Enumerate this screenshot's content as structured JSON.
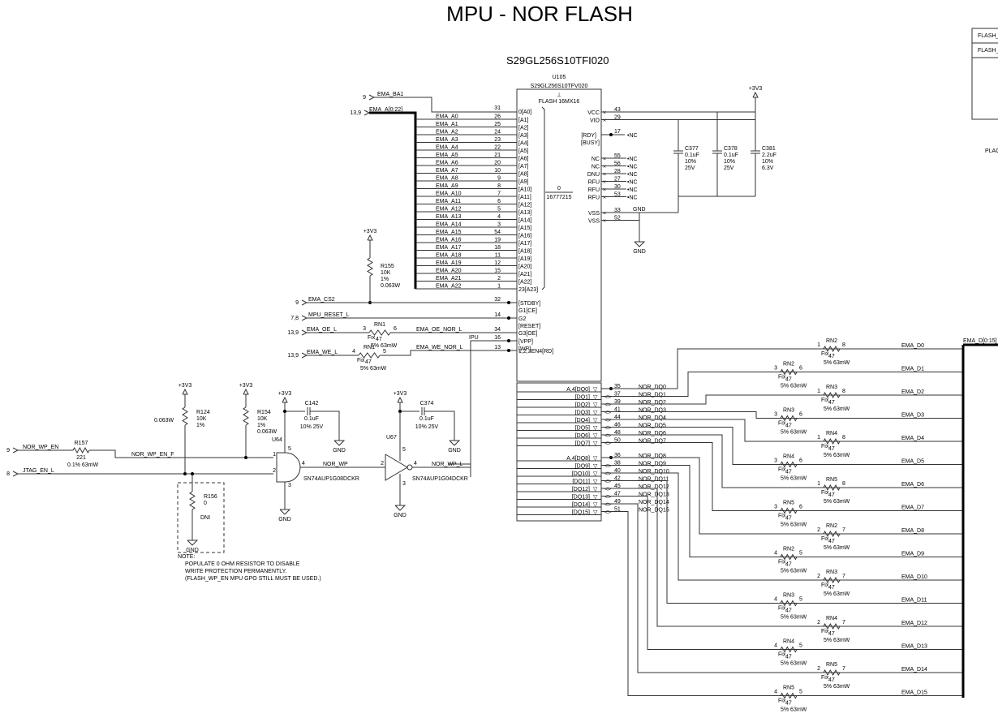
{
  "title": "MPU - NOR FLASH",
  "part_number": "S29GL256S10TFI020",
  "u105": {
    "ref": "U105",
    "part": "S29GL256S10TFV020",
    "desc": "FLASH 16MX16",
    "range_top": "0",
    "range_bottom": "16777215",
    "ba_signal": {
      "offpage": "9",
      "net": "EMA_BA1",
      "pin": "31",
      "pin_label": "0[A0]"
    },
    "addr_bus": {
      "offpage": "13,9",
      "net": "EMA_A[0:22]"
    },
    "addr_pins": [
      {
        "net": "EMA_A0",
        "pin": "26",
        "label": "[A1]"
      },
      {
        "net": "EMA_A1",
        "pin": "25",
        "label": "[A2]"
      },
      {
        "net": "EMA_A2",
        "pin": "24",
        "label": "[A3]"
      },
      {
        "net": "EMA_A3",
        "pin": "23",
        "label": "[A4]"
      },
      {
        "net": "EMA_A4",
        "pin": "22",
        "label": "[A5]"
      },
      {
        "net": "EMA_A5",
        "pin": "21",
        "label": "[A6]"
      },
      {
        "net": "EMA_A6",
        "pin": "20",
        "label": "[A7]"
      },
      {
        "net": "EMA_A7",
        "pin": "10",
        "label": "[A8]"
      },
      {
        "net": "EMA_A8",
        "pin": "9",
        "label": "[A9]"
      },
      {
        "net": "EMA_A9",
        "pin": "8",
        "label": "[A10]"
      },
      {
        "net": "EMA_A10",
        "pin": "7",
        "label": "[A11]"
      },
      {
        "net": "EMA_A11",
        "pin": "6",
        "label": "[A12]"
      },
      {
        "net": "EMA_A12",
        "pin": "5",
        "label": "[A13]"
      },
      {
        "net": "EMA_A13",
        "pin": "4",
        "label": "[A14]"
      },
      {
        "net": "EMA_A14",
        "pin": "3",
        "label": "[A15]"
      },
      {
        "net": "EMA_A15",
        "pin": "54",
        "label": "[A16]"
      },
      {
        "net": "EMA_A16",
        "pin": "19",
        "label": "[A17]"
      },
      {
        "net": "EMA_A17",
        "pin": "18",
        "label": "[A18]"
      },
      {
        "net": "EMA_A18",
        "pin": "11",
        "label": "[A19]"
      },
      {
        "net": "EMA_A19",
        "pin": "12",
        "label": "[A20]"
      },
      {
        "net": "EMA_A20",
        "pin": "15",
        "label": "[A21]"
      },
      {
        "net": "EMA_A21",
        "pin": "2",
        "label": "[A22]"
      },
      {
        "net": "EMA_A22",
        "pin": "1",
        "label": "23[A23]"
      }
    ],
    "control_pins": [
      {
        "offpage": "9",
        "net": "EMA_CS2",
        "pin": "32",
        "label": "[STDBY]",
        "label2": "G1[CE]"
      },
      {
        "offpage": "7,8",
        "net": "MPU_RESET_L",
        "pin": "14",
        "label": "G2",
        "label2": "[RESET]"
      },
      {
        "offpage": "13,9",
        "net": "EMA_OE_L",
        "net2": "EMA_OE_NOR_L",
        "pin": "34",
        "label": "G3[OE]",
        "label2": "",
        "rn": {
          "ref": "RN1",
          "p1": "3",
          "p2": "6",
          "val": "47",
          "fix": "Fix",
          "spec": "5% 63mW"
        }
      },
      {
        "offpage": "",
        "net": "IPU",
        "pin": "16",
        "label": "[VPP]",
        "label2": "[WP]"
      },
      {
        "offpage": "13,9",
        "net": "EMA_WE_L",
        "net2": "EMA_WE_NOR_L",
        "pin": "13",
        "label": "1,2,3EN4[RD]",
        "label2": "",
        "rn": {
          "ref": "RN1",
          "p1": "4",
          "p2": "5",
          "val": "47",
          "fix": "Fix",
          "spec": "5% 63mW"
        }
      }
    ],
    "power_pins": [
      {
        "name": "VCC",
        "pin": "43"
      },
      {
        "name": "VIO",
        "pin": "29"
      }
    ],
    "rdy": {
      "label": "[RDY]",
      "label2": "[BUSY]",
      "pin": "17",
      "nc": "NC"
    },
    "nc_pins": [
      {
        "name": "NC",
        "pin": "55"
      },
      {
        "name": "NC",
        "pin": "56"
      },
      {
        "name": "DNU",
        "pin": "28"
      },
      {
        "name": "RFU",
        "pin": "27"
      },
      {
        "name": "RFU",
        "pin": "30"
      },
      {
        "name": "RFU",
        "pin": "53"
      }
    ],
    "nc_label": "NC",
    "vss_pins": [
      {
        "name": "VSS",
        "pin": "33"
      },
      {
        "name": "VSS",
        "pin": "52"
      }
    ],
    "dq_low": [
      {
        "label": "A,4[DQ0]",
        "pin": "35",
        "net": "NOR_DQ0"
      },
      {
        "label": "[DQ1]",
        "pin": "37",
        "net": "NOR_DQ1"
      },
      {
        "label": "[DQ2]",
        "pin": "39",
        "net": "NOR_DQ2"
      },
      {
        "label": "[DQ3]",
        "pin": "41",
        "net": "NOR_DQ3"
      },
      {
        "label": "[DQ4]",
        "pin": "44",
        "net": "NOR_DQ4"
      },
      {
        "label": "[DQ5]",
        "pin": "46",
        "net": "NOR_DQ5"
      },
      {
        "label": "[DQ6]",
        "pin": "48",
        "net": "NOR_DQ6"
      },
      {
        "label": "[DQ7]",
        "pin": "50",
        "net": "NOR_DQ7"
      }
    ],
    "dq_high": [
      {
        "label": "A,4[DQ8]",
        "pin": "36",
        "net": "NOR_DQ8"
      },
      {
        "label": "[DQ9]",
        "pin": "38",
        "net": "NOR_DQ9"
      },
      {
        "label": "[DQ10]",
        "pin": "40",
        "net": "NOR_DQ10"
      },
      {
        "label": "[DQ11]",
        "pin": "42",
        "net": "NOR_DQ11"
      },
      {
        "label": "[DQ12]",
        "pin": "45",
        "net": "NOR_DQ12"
      },
      {
        "label": "[DQ13]",
        "pin": "47",
        "net": "NOR_DQ13"
      },
      {
        "label": "[DQ14]",
        "pin": "49",
        "net": "NOR_DQ14"
      },
      {
        "label": "[DQ15]",
        "pin": "51",
        "net": "NOR_DQ15"
      }
    ]
  },
  "power": {
    "rail": "+3V3",
    "gnd": "GND"
  },
  "caps": [
    {
      "ref": "C377",
      "val": "0.1uF",
      "tol": "10%",
      "volt": "25V"
    },
    {
      "ref": "C378",
      "val": "0.1uF",
      "tol": "10%",
      "volt": "25V"
    },
    {
      "ref": "C381",
      "val": "2.2uF",
      "tol": "10%",
      "volt": "6.3V"
    }
  ],
  "r155": {
    "ref": "R155",
    "val": "10K",
    "tol": "1%",
    "pwr": "0.063W"
  },
  "data_bus": {
    "net": "EMA_D[0:15]"
  },
  "data_resistors": [
    {
      "ref": "RN2",
      "p1": "1",
      "p2": "8",
      "val": "47",
      "spec": "5% 63mW",
      "net": "EMA_D0"
    },
    {
      "ref": "RN2",
      "p1": "3",
      "p2": "6",
      "val": "47",
      "spec": "5% 63mW",
      "net": "EMA_D1"
    },
    {
      "ref": "RN3",
      "p1": "1",
      "p2": "8",
      "val": "47",
      "spec": "5% 63mW",
      "net": "EMA_D2"
    },
    {
      "ref": "RN3",
      "p1": "3",
      "p2": "6",
      "val": "47",
      "spec": "5% 63mW",
      "net": "EMA_D3"
    },
    {
      "ref": "RN4",
      "p1": "1",
      "p2": "8",
      "val": "47",
      "spec": "5% 63mW",
      "net": "EMA_D4"
    },
    {
      "ref": "RN4",
      "p1": "3",
      "p2": "6",
      "val": "47",
      "spec": "5% 63mW",
      "net": "EMA_D5"
    },
    {
      "ref": "RN5",
      "p1": "1",
      "p2": "8",
      "val": "47",
      "spec": "5% 63mW",
      "net": "EMA_D6"
    },
    {
      "ref": "RN5",
      "p1": "3",
      "p2": "6",
      "val": "47",
      "spec": "5% 63mW",
      "net": "EMA_D7"
    },
    {
      "ref": "RN2",
      "p1": "2",
      "p2": "7",
      "val": "47",
      "spec": "5% 63mW",
      "net": "EMA_D8"
    },
    {
      "ref": "RN2",
      "p1": "4",
      "p2": "5",
      "val": "47",
      "spec": "5% 63mW",
      "net": "EMA_D9"
    },
    {
      "ref": "RN3",
      "p1": "2",
      "p2": "7",
      "val": "47",
      "spec": "5% 63mW",
      "net": "EMA_D10"
    },
    {
      "ref": "RN3",
      "p1": "4",
      "p2": "5",
      "val": "47",
      "spec": "5% 63mW",
      "net": "EMA_D11"
    },
    {
      "ref": "RN4",
      "p1": "2",
      "p2": "7",
      "val": "47",
      "spec": "5% 63mW",
      "net": "EMA_D12"
    },
    {
      "ref": "RN4",
      "p1": "4",
      "p2": "5",
      "val": "47",
      "spec": "5% 63mW",
      "net": "EMA_D13"
    },
    {
      "ref": "RN5",
      "p1": "2",
      "p2": "7",
      "val": "47",
      "spec": "5% 63mW",
      "net": "EMA_D14"
    },
    {
      "ref": "RN5",
      "p1": "4",
      "p2": "5",
      "val": "47",
      "spec": "5% 63mW",
      "net": "EMA_D15"
    }
  ],
  "fix_label": "Fix",
  "wp": {
    "nor_wp_en": {
      "offpage": "9",
      "net": "NOR_WP_EN"
    },
    "jtag_en": {
      "offpage": "8",
      "net": "JTAG_EN_L"
    },
    "r157": {
      "ref": "R157",
      "val": "221",
      "spec": "0.1% 63mW"
    },
    "net_f": "NOR_WP_EN_F",
    "r124": {
      "ref": "R124",
      "val": "10K",
      "tol": "1%",
      "pwr": "0.063W"
    },
    "r154": {
      "ref": "R154",
      "val": "10K",
      "tol": "1%",
      "pwr": "0.063W"
    },
    "r156": {
      "ref": "R156",
      "val": "0",
      "dni": "DNI"
    },
    "u64": {
      "ref": "U64",
      "part": "SN74AUP1G08DCKR",
      "p1": "1",
      "p2": "2",
      "p3": "3",
      "p4": "4",
      "p5": "5"
    },
    "c142": {
      "ref": "C142",
      "val": "0.1uF",
      "spec": "10%  25V"
    },
    "net_wp": "NOR_WP",
    "u67": {
      "ref": "U67",
      "part": "SN74AUP1G04DCKR",
      "p2": "2",
      "p3": "3",
      "p4": "4",
      "p5": "5"
    },
    "c374": {
      "ref": "C374",
      "val": "0.1uF",
      "spec": "10%  25V"
    },
    "net_wp_l": "NOR_WP_L"
  },
  "note": {
    "heading": "NOTE:",
    "lines": [
      "POPULATE 0 OHM RESISTOR TO DISABLE",
      "WRITE PROTECTION PERMANENTLY.",
      "(FLASH_WP_EN MPU GPO STILL MUST BE USED.)"
    ]
  },
  "side_table": {
    "rows": [
      "FLASH_WP",
      "FLASH_"
    ],
    "placement": "PLAC NAN"
  }
}
